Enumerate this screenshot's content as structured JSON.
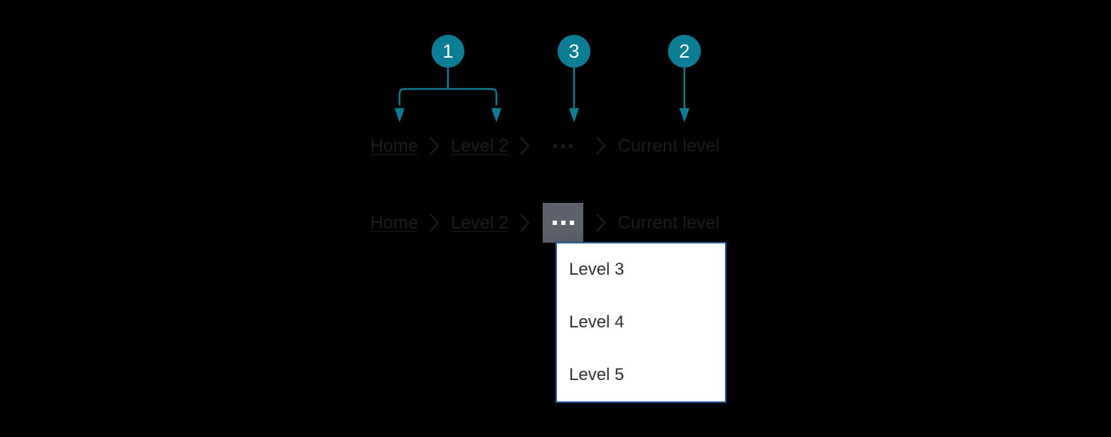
{
  "theme": {
    "background": "#000000",
    "callout_color": "#0b7e96",
    "callout_text": "#ffffff",
    "crumb_text": "#1c1c1c",
    "hover_bg": "#5c616b",
    "menu_border": "#1f5c9e",
    "menu_bg": "#ffffff",
    "menu_text": "#2f2f2f"
  },
  "callouts": [
    {
      "number": "1"
    },
    {
      "number": "3"
    },
    {
      "number": "2"
    }
  ],
  "breadcrumb_rest": {
    "items": [
      {
        "label": "Home",
        "type": "link"
      },
      {
        "label": "Level 2",
        "type": "link"
      },
      {
        "label": "…",
        "type": "overflow"
      },
      {
        "label": "Current level",
        "type": "current"
      }
    ],
    "separator_icon": "chevron-right-icon",
    "overflow_icon": "ellipsis-icon"
  },
  "breadcrumb_hover": {
    "items": [
      {
        "label": "Home",
        "type": "link"
      },
      {
        "label": "Level 2",
        "type": "link"
      },
      {
        "label": "…",
        "type": "overflow"
      },
      {
        "label": "Current level",
        "type": "current"
      }
    ],
    "separator_icon": "chevron-right-icon",
    "overflow_icon": "ellipsis-icon"
  },
  "overflow_menu": {
    "items": [
      {
        "label": "Level 3"
      },
      {
        "label": "Level 4"
      },
      {
        "label": "Level 5"
      }
    ]
  }
}
